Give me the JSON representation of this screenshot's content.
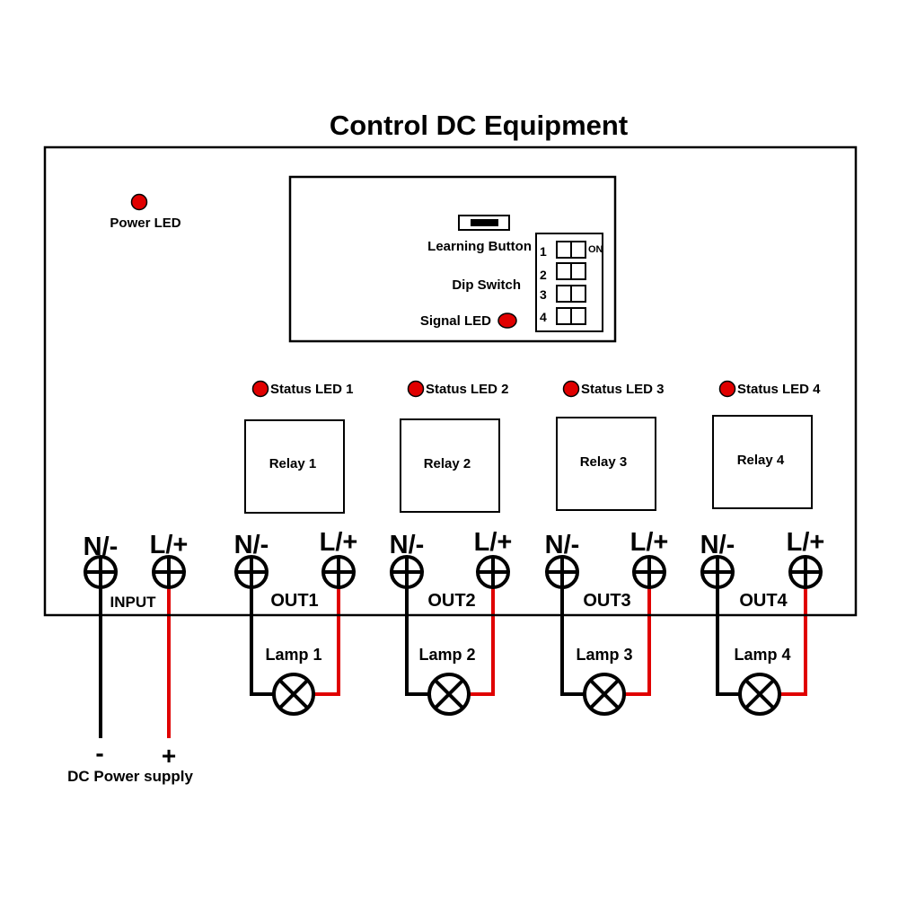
{
  "title": "Control DC Equipment",
  "power_led_label": "Power LED",
  "module": {
    "learning_button_label": "Learning Button",
    "dip_switch_label": "Dip Switch",
    "signal_led_label": "Signal LED",
    "dip_numbers": [
      "1",
      "2",
      "3",
      "4"
    ],
    "dip_on_label": "ON"
  },
  "status_leds": [
    "Status LED 1",
    "Status LED 2",
    "Status LED 3",
    "Status LED 4"
  ],
  "relays": [
    "Relay 1",
    "Relay 2",
    "Relay 3",
    "Relay 4"
  ],
  "terminals": {
    "neg_label": "N/-",
    "pos_label": "L/+",
    "input_label": "INPUT",
    "outputs": [
      "OUT1",
      "OUT2",
      "OUT3",
      "OUT4"
    ]
  },
  "lamps": [
    "Lamp 1",
    "Lamp 2",
    "Lamp 3",
    "Lamp 4"
  ],
  "power_supply": {
    "minus_sign": "-",
    "plus_sign": "+",
    "label": "DC Power supply"
  },
  "colors": {
    "led": "#e00000",
    "positive_wire": "#e00000",
    "negative_wire": "#000000"
  }
}
